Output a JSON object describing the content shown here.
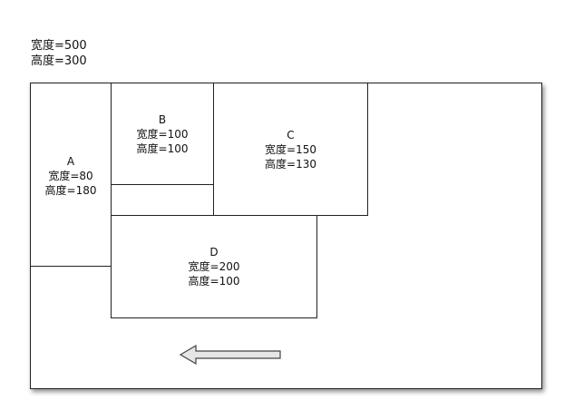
{
  "container": {
    "width_label": "宽度=500",
    "height_label": "高度=300"
  },
  "boxes": {
    "a": {
      "name": "A",
      "width_label": "宽度=80",
      "height_label": "高度=180"
    },
    "b": {
      "name": "B",
      "width_label": "宽度=100",
      "height_label": "高度=100"
    },
    "c": {
      "name": "C",
      "width_label": "宽度=150",
      "height_label": "高度=130"
    },
    "d": {
      "name": "D",
      "width_label": "宽度=200",
      "height_label": "高度=100"
    }
  },
  "arrow": {
    "direction": "left",
    "icon": "arrow-left-icon"
  },
  "colors": {
    "stroke": "#222222",
    "arrow_fill": "#e6e6e6"
  }
}
